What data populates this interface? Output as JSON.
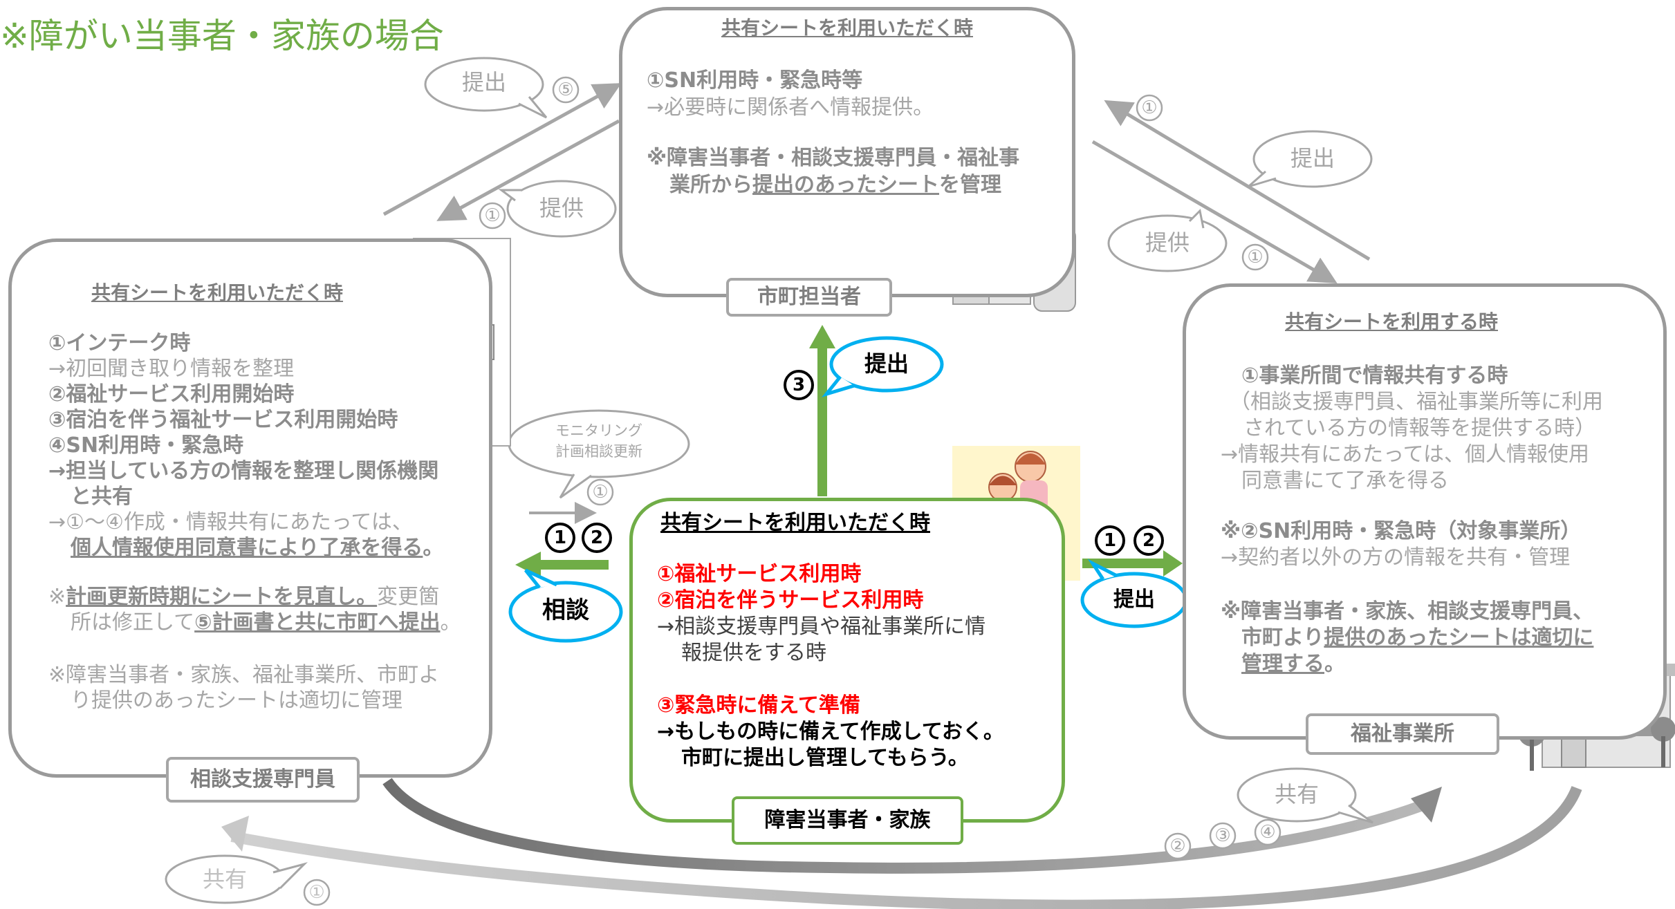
{
  "title": "※障がい当事者・家族の場合",
  "top_box": {
    "heading": "共有シートを利用いただく時",
    "line1": "①SN利用時・緊急時等",
    "line2": "→必要時に関係者へ情報提供。",
    "line3": "※障害当事者・相談支援専門員・福祉事",
    "line4_a": "業所から",
    "line4_b": "提出のあったシート",
    "line4_c": "を管理",
    "label": "市町担当者"
  },
  "left_box": {
    "heading": "共有シートを利用いただく時",
    "line1": "①インテーク時",
    "line2": "→初回聞き取り情報を整理",
    "line3": "②福祉サービス利用開始時",
    "line4": "③宿泊を伴う福祉サービス利用開始時",
    "line5": "④SN利用時・緊急時",
    "line6": "→担当している方の情報を整理し関係機関",
    "line7": "と共有",
    "line8": "→①～④作成・情報共有にあたっては、",
    "line9": "個人情報使用同意書により了承を得る",
    "line9_end": "。",
    "line10_a": "※",
    "line10_b": "計画更新時期にシートを見直し。",
    "line10_c": "変更箇",
    "line11_a": "所は修正して",
    "line11_b": "⑤計画書と共に市町へ提出",
    "line11_c": "。",
    "line12": "※障害当事者・家族、福祉事業所、市町よ",
    "line13": "り提供のあったシートは適切に管理",
    "label": "相談支援専門員"
  },
  "right_box": {
    "heading": "共有シートを利用する時",
    "line1": "①事業所間で情報共有する時",
    "line2": "（相談支援専門員、福祉事業所等に利用",
    "line3": "されている方の情報等を提供する時）",
    "line4": "→情報共有にあたっては、個人情報使用",
    "line5": "同意書にて了承を得る",
    "line6": "※②SN利用時・緊急時（対象事業所）",
    "line7": "→契約者以外の方の情報を共有・管理",
    "line8": "※障害当事者・家族、相談支援専門員、",
    "line9_a": "市町より",
    "line9_b": "提供のあったシートは適切に",
    "line10": "管理する",
    "line10_end": "。",
    "label": "福祉事業所"
  },
  "center_box": {
    "heading": "共有シートを利用いただく時",
    "line1": "①福祉サービス利用時",
    "line2": "②宿泊を伴うサービス利用時",
    "line3": "→相談支援専門員や福祉事業所に情",
    "line4": "報提供をする時",
    "line5": "③緊急時に備えて準備",
    "line6": "→もしもの時に備えて作成しておく。",
    "line7": "市町に提出し管理してもらう。",
    "label": "障害当事者・家族"
  },
  "bubbles": {
    "teishutsu_top_left": "提出",
    "teikyo_left": "提供",
    "teishutsu_top_right": "提出",
    "teikyo_right": "提供",
    "teishutsu_center_up": "提出",
    "monitoring_1": "モニタリング",
    "monitoring_2": "計画相談更新",
    "sodan": "相談",
    "teishutsu_center_right": "提出",
    "kyoyu_right": "共有",
    "kyoyu_bottom": "共有"
  },
  "numbers": {
    "n5": "⑤",
    "n1a": "①",
    "n1b": "①",
    "n1c": "①",
    "n1d": "①",
    "n3_center": "3",
    "c1_left": "1",
    "c2_left": "2",
    "c1_right": "1",
    "c2_right": "2",
    "n2_bottom": "②",
    "n3_bottom": "③",
    "n4_bottom": "④",
    "n1_bottom": "①"
  },
  "colors": {
    "green": "#70ad47",
    "grey": "#a6a6a6",
    "red": "#ff0000",
    "blue_bubble": "#00b0f0"
  }
}
